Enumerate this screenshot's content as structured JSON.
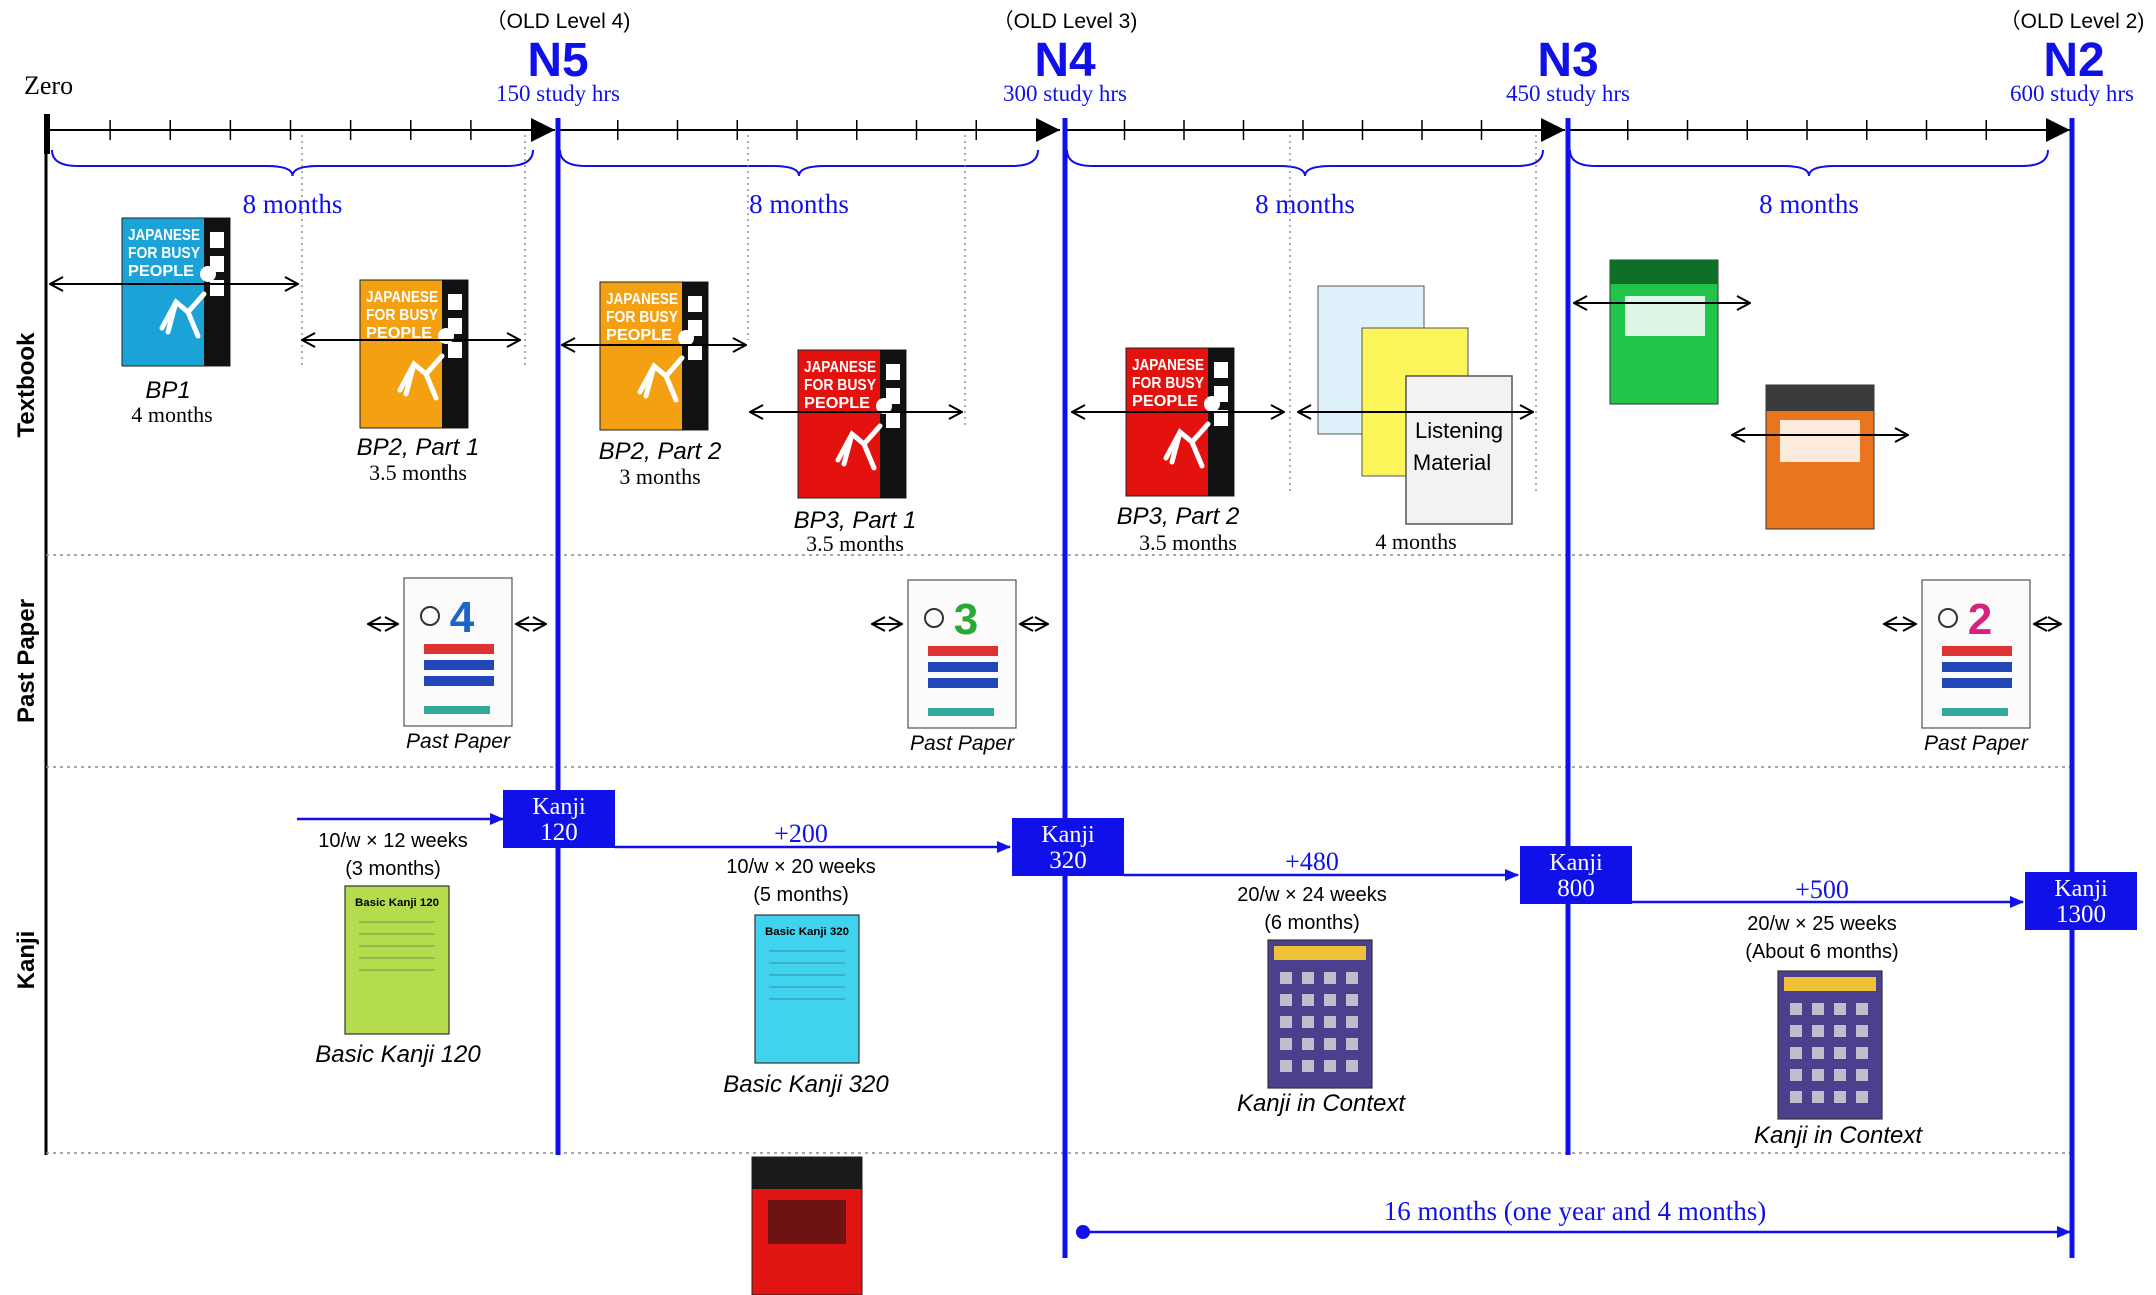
{
  "zero_label": "Zero",
  "levels": [
    {
      "old": "（OLD Level 4)",
      "name": "N5",
      "hours": "150 study hrs"
    },
    {
      "old": "（OLD Level 3)",
      "name": "N4",
      "hours": "300 study hrs"
    },
    {
      "old": "",
      "name": "N3",
      "hours": "450 study hrs"
    },
    {
      "old": "（OLD Level 2)",
      "name": "N2",
      "hours": "600 study hrs"
    }
  ],
  "segment_label": "8 months",
  "rows": {
    "textbook": "Textbook",
    "past_paper": "Past Paper",
    "kanji": "Kanji"
  },
  "textbooks": [
    {
      "title": "BP1",
      "duration": "4 months",
      "cover": "JAPANESE FOR BUSY PEOPLE",
      "cover_color": "#1ba3d8"
    },
    {
      "title": "BP2, Part 1",
      "duration": "3.5 months",
      "cover": "JAPANESE FOR BUSY PEOPLE",
      "cover_color": "#f3a012"
    },
    {
      "title": "BP2, Part 2",
      "duration": "3 months",
      "cover": "JAPANESE FOR BUSY PEOPLE",
      "cover_color": "#f3a012"
    },
    {
      "title": "BP3, Part 1",
      "duration": "3.5 months",
      "cover": "JAPANESE FOR BUSY PEOPLE",
      "cover_color": "#e3120f"
    },
    {
      "title": "BP3, Part 2",
      "duration": "3.5 months",
      "cover": "JAPANESE FOR BUSY PEOPLE",
      "cover_color": "#e3120f"
    },
    {
      "title": "",
      "duration": "4 months",
      "cover": "Listening Material",
      "cover_color": "#f2f2f2"
    }
  ],
  "past_paper_label": "Past Paper",
  "past_paper_grades": [
    "4",
    "3",
    "2"
  ],
  "kanji_boxes": [
    {
      "label": "Kanji",
      "count": "120"
    },
    {
      "label": "Kanji",
      "count": "320"
    },
    {
      "label": "Kanji",
      "count": "800"
    },
    {
      "label": "Kanji",
      "count": "1300"
    }
  ],
  "kanji_steps": [
    {
      "plus": "",
      "rate": "10/w × 12 weeks",
      "period": "(3 months)"
    },
    {
      "plus": "+200",
      "rate": "10/w × 20 weeks",
      "period": "(5 months)"
    },
    {
      "plus": "+480",
      "rate": "20/w × 24 weeks",
      "period": "(6 months)"
    },
    {
      "plus": "+500",
      "rate": "20/w × 25 weeks",
      "period": "(About 6 months)"
    }
  ],
  "kanji_books": [
    {
      "title": "Basic Kanji 120",
      "cover": "Basic Kanji 120",
      "cover_color": "#b5dc4c"
    },
    {
      "title": "Basic Kanji 320",
      "cover": "Basic Kanji 320",
      "cover_color": "#3fd3ee"
    },
    {
      "title": "Kanji in Context",
      "cover": "",
      "cover_color": "#4b3f8e"
    },
    {
      "title": "Kanji in Context",
      "cover": "",
      "cover_color": "#4b3f8e"
    }
  ],
  "span_label": "16 months (one year and 4 months)",
  "colors": {
    "blue": "#1010e8",
    "black": "#000000"
  }
}
